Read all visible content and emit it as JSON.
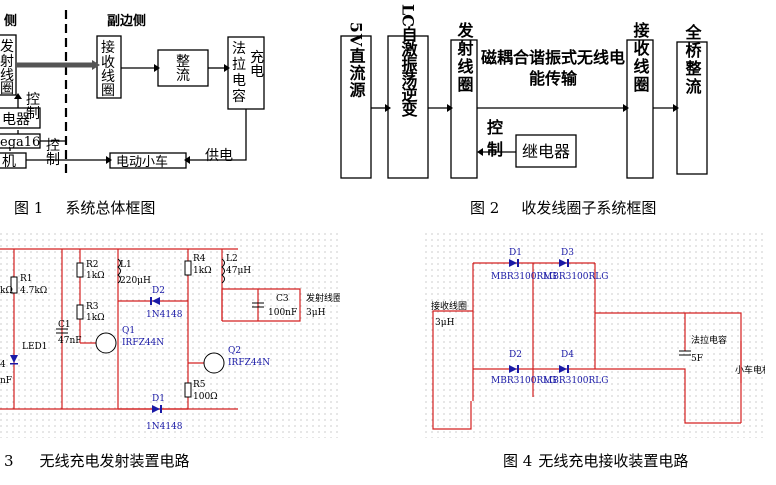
{
  "fig1": {
    "caption_num": "图 1",
    "caption": "系统总体框图",
    "side_left": "侧",
    "side_right": "副边侧",
    "blocks": {
      "transmit_coil": [
        "发",
        "射",
        "线",
        "圈"
      ],
      "receive_coil": [
        "接",
        "收",
        "线",
        "圈"
      ],
      "rectify": [
        "整",
        "流"
      ],
      "supercap": [
        "法",
        "拉",
        "电",
        "容"
      ],
      "supercap_side": [
        "充",
        "电"
      ],
      "relay_partial": "电器",
      "mcu_partial": "ega16",
      "pc_partial": "机",
      "car": "电动小车"
    },
    "labels": {
      "control1": [
        "控",
        "制"
      ],
      "control2": [
        "控",
        "制"
      ],
      "power_supply": "供电"
    }
  },
  "fig2": {
    "caption_num": "图 2",
    "caption": "收发线圈子系统框图",
    "blocks": {
      "dc5v": "5V直流源",
      "inverter": "LC自激振荡逆变",
      "transmit_coil": "发射线圈",
      "receive_coil": "接收线圈",
      "bridge": "全桥整流",
      "relay": "继电器"
    },
    "labels": {
      "wireless_line1": "磁耦合谐振式无线电",
      "wireless_line2": "能传输",
      "control": [
        "控",
        "制"
      ]
    }
  },
  "fig3": {
    "caption_num": "3",
    "caption": "无线充电发射装置电路",
    "components": {
      "r1": "R1",
      "r1v": "4.7kΩ",
      "r1left": "kΩ",
      "r2": "R2",
      "r2v": "1kΩ",
      "r3": "R3",
      "r3v": "1kΩ",
      "r4": "R4",
      "r4v": "1kΩ",
      "r5": "R5",
      "r5v": "100Ω",
      "l1": "L1",
      "l1v": "220μH",
      "l2": "L2",
      "l2v": "47μH",
      "c1": "C1",
      "c1v": "47nF",
      "c3": "C3",
      "c3v": "100nF",
      "q1": "Q1",
      "q1v": "IRFZ44N",
      "q2": "Q2",
      "q2v": "IRFZ44N",
      "d1": "D1",
      "d1v": "1N4148",
      "d2": "D2",
      "d2v": "1N4148",
      "led": "LED1",
      "nf": "nF",
      "four": "4",
      "coil_label": "发射线圈",
      "coil_val": "3μH"
    }
  },
  "fig4": {
    "caption_num": "图 4",
    "caption": "无线充电接收装置电路",
    "components": {
      "d1": "D1",
      "d2": "D2",
      "d3": "D3",
      "d4": "D4",
      "diode_model": "MBR3100RLG",
      "coil_label": "接收线圈",
      "coil_val": "3μH",
      "cap_label": "法拉电容",
      "cap_val": "5F",
      "motor": "小车电机"
    }
  },
  "colors": {
    "wire_red": "#d42020",
    "diode_blue": "#1a1aa6",
    "dot_grid": "#a9a9a9"
  }
}
